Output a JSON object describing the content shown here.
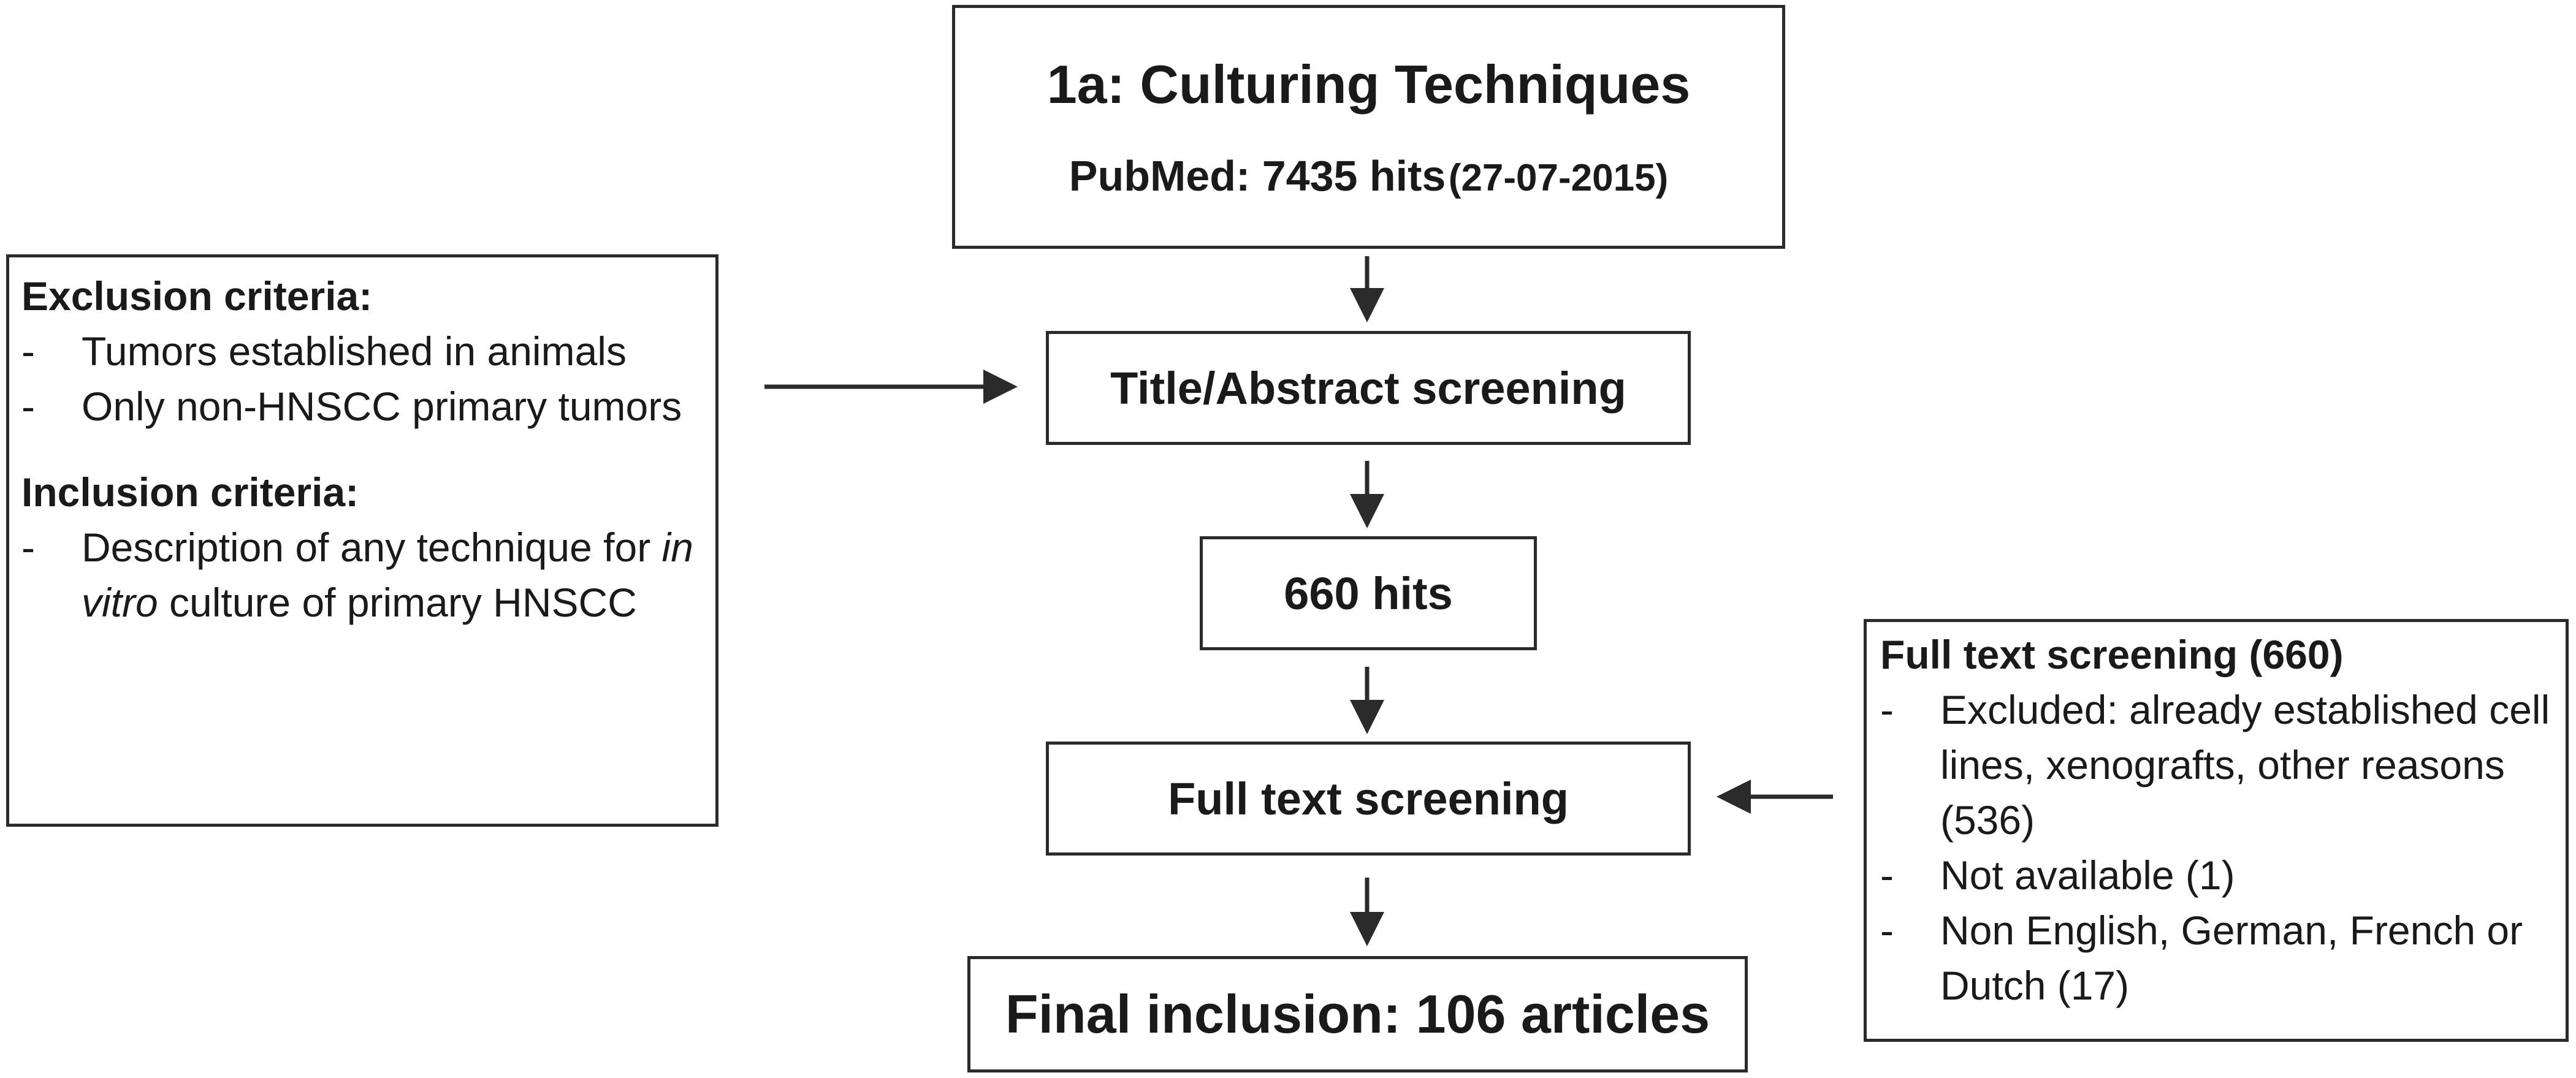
{
  "top": {
    "title": "1a: Culturing Techniques",
    "pubmed": "PubMed: 7435 hits",
    "date": "(27-07-2015)"
  },
  "steps": {
    "title_abstract": "Title/Abstract screening",
    "hits": "660 hits",
    "full_text": "Full text screening",
    "final": "Final inclusion: 106 articles"
  },
  "left_panel": {
    "exclusion_heading": "Exclusion criteria:",
    "exclusion_items": [
      "Tumors established in animals",
      "Only non-HNSCC primary tumors"
    ],
    "inclusion_heading": "Inclusion criteria:",
    "inclusion_item": {
      "pre": "Description of any technique for ",
      "italic": "in vitro",
      "post": " culture of primary HNSCC"
    },
    "dash": "-"
  },
  "right_panel": {
    "heading": "Full text screening (660)",
    "items": [
      "Excluded: already established cell lines, xenografts, other reasons (536)",
      "Not available (1)",
      "Non English, German, French or Dutch (17)"
    ],
    "dash": "-"
  }
}
